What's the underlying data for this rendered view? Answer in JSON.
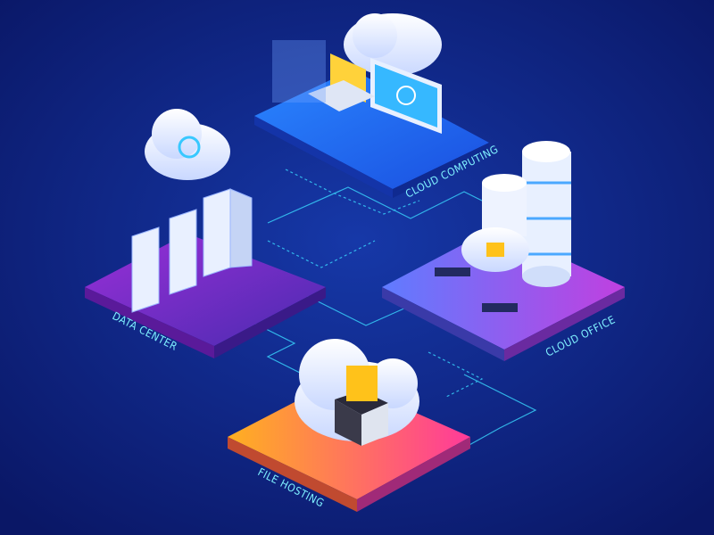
{
  "sections": {
    "cloud_computing": {
      "label": "CLOUD COMPUTING"
    },
    "data_center": {
      "label": "DATA CENTER"
    },
    "cloud_office": {
      "label": "CLOUD OFFICE"
    },
    "file_hosting": {
      "label": "FILE HOSTING"
    }
  },
  "colors": {
    "background": "#0b1c78",
    "line": "#3ad8ff",
    "label": "#7ff0ff"
  }
}
